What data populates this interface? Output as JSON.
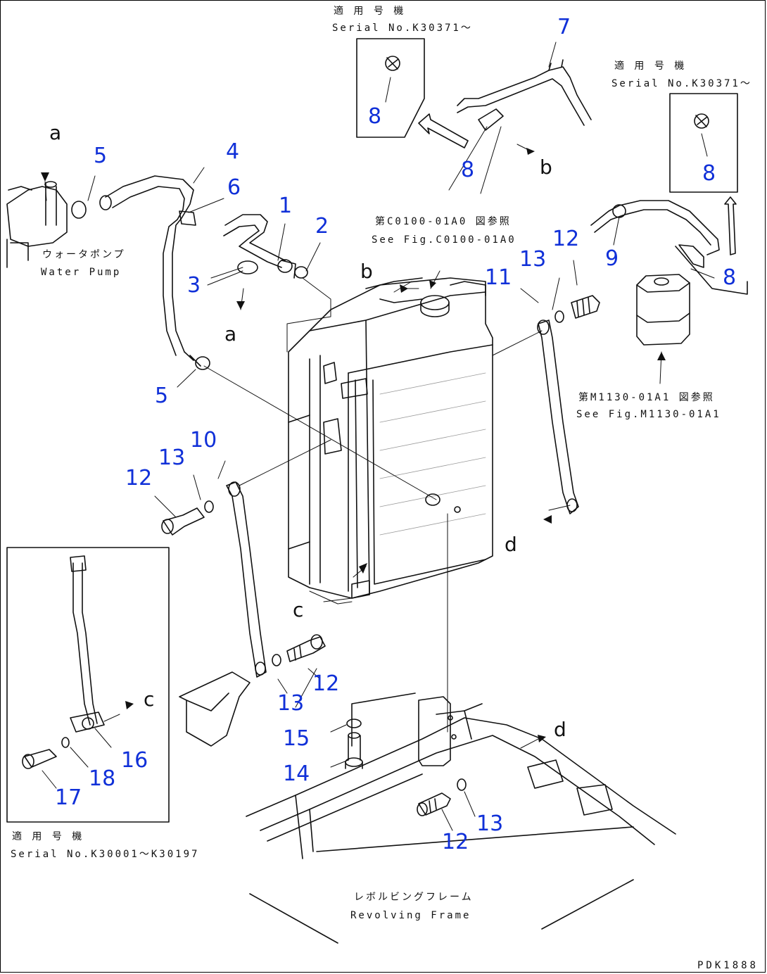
{
  "notes": {
    "serial_top_jp": "適 用 号 機",
    "serial_top": "Serial No.K30371〜",
    "serial_right_jp": "適 用 号 機",
    "serial_right": "Serial No.K30371〜",
    "fig_c0100_jp": "第C0100-01A0 図参照",
    "fig_c0100": "See Fig.C0100-01A0",
    "fig_m1130_jp": "第M1130-01A1 図参照",
    "fig_m1130": "See Fig.M1130-01A1",
    "water_pump_jp": "ウォータポンプ",
    "water_pump": "Water Pump",
    "serial_inset_jp": "適 用 号 機",
    "serial_inset": "Serial No.K30001〜K30197",
    "frame_jp": "レボルビングフレーム",
    "frame": "Revolving Frame",
    "drawing_code": "PDK1888"
  },
  "callouts": {
    "c1": "1",
    "c2": "2",
    "c3": "3",
    "c4": "4",
    "c5a": "5",
    "c5b": "5",
    "c6": "6",
    "c7": "7",
    "c8a": "8",
    "c8b": "8",
    "c8c": "8",
    "c8d": "8",
    "c9": "9",
    "c10": "10",
    "c11": "11",
    "c12a": "12",
    "c12b": "12",
    "c12c": "12",
    "c12d": "12",
    "c13a": "13",
    "c13b": "13",
    "c13c": "13",
    "c13d": "13",
    "c14": "14",
    "c15": "15",
    "c16": "16",
    "c17": "17",
    "c18": "18"
  },
  "letters": {
    "a1": "a",
    "a2": "a",
    "b1": "b",
    "b2": "b",
    "c1": "c",
    "c2": "c",
    "d1": "d",
    "d2": "d"
  },
  "colors": {
    "callout": "#1030d8",
    "line": "#111111"
  }
}
